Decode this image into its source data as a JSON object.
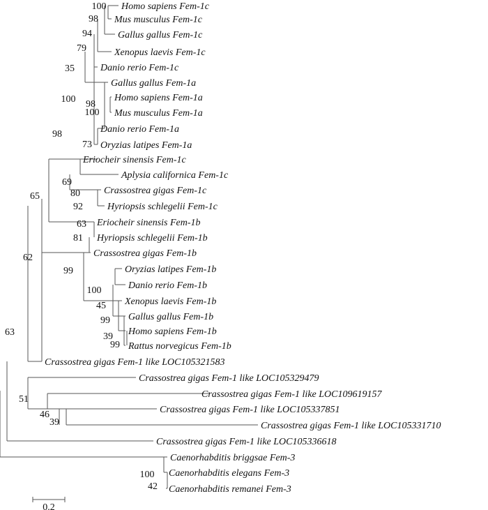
{
  "leaves": [
    "Homo sapiens Fem-1c",
    "Mus musculus Fem-1c",
    "Gallus gallus Fem-1c",
    "Xenopus laevis Fem-1c",
    "Danio rerio Fem-1c",
    "Gallus gallus Fem-1a",
    "Homo sapiens Fem-1a",
    "Mus musculus Fem-1a",
    "Danio rerio Fem-1a",
    "Oryzias latipes Fem-1a",
    "Eriocheir sinensis Fem-1c",
    "Aplysia californica Fem-1c",
    "Crassostrea gigas Fem-1c",
    "Hyriopsis schlegelii Fem-1c",
    "Eriocheir sinensis Fem-1b",
    "Hyriopsis schlegelii Fem-1b",
    "Crassostrea gigas Fem-1b",
    "Oryzias latipes Fem-1b",
    "Danio rerio Fem-1b",
    "Xenopus laevis Fem-1b",
    "Gallus gallus Fem-1b",
    "Homo sapiens Fem-1b",
    "Rattus norvegicus Fem-1b",
    "Crassostrea gigas Fem-1 like LOC105321583",
    "Crassostrea gigas Fem-1 like LOC105329479",
    "Crassostrea gigas Fem-1 like LOC109619157",
    "Crassostrea gigas Fem-1 like LOC105337851",
    "Crassostrea gigas Fem-1 like LOC105331710",
    "Crassostrea gigas Fem-1 like LOC105336618",
    "Caenorhabditis briggsae Fem-3",
    "Caenorhabditis elegans Fem-3",
    "Caenorhabditis remanei Fem-3"
  ],
  "support": [
    "100",
    "98",
    "94",
    "79",
    "35",
    "100",
    "98",
    "100",
    "73",
    "98",
    "69",
    "80",
    "92",
    "65",
    "63",
    "81",
    "99",
    "100",
    "45",
    "99",
    "39",
    "99",
    "62",
    "63",
    "51",
    "46",
    "39",
    "100",
    "42"
  ],
  "scale_bar": {
    "label": "0.2"
  },
  "colors": {
    "branch": "#555555",
    "text": "#111111"
  }
}
